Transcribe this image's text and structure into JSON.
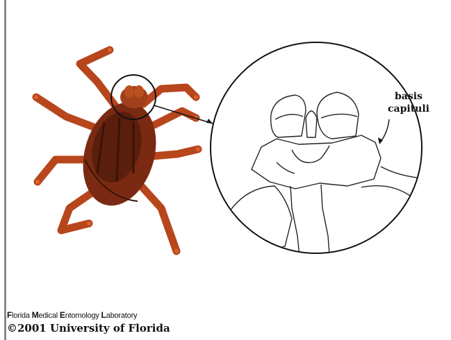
{
  "labels": {
    "basis_line1": "basis",
    "basis_line2": "capituli"
  },
  "credits": {
    "lab_parts": [
      {
        "initial": "F",
        "rest": "lorida "
      },
      {
        "initial": "M",
        "rest": "edical "
      },
      {
        "initial": "E",
        "rest": "ntomology "
      },
      {
        "initial": "L",
        "rest": "aboratory"
      }
    ],
    "copyright": "©2001 University of Florida"
  },
  "colors": {
    "tick_body": "#7a2a12",
    "tick_legs": "#b8461c",
    "scutum": "#4a1a0c",
    "line": "#222222"
  }
}
